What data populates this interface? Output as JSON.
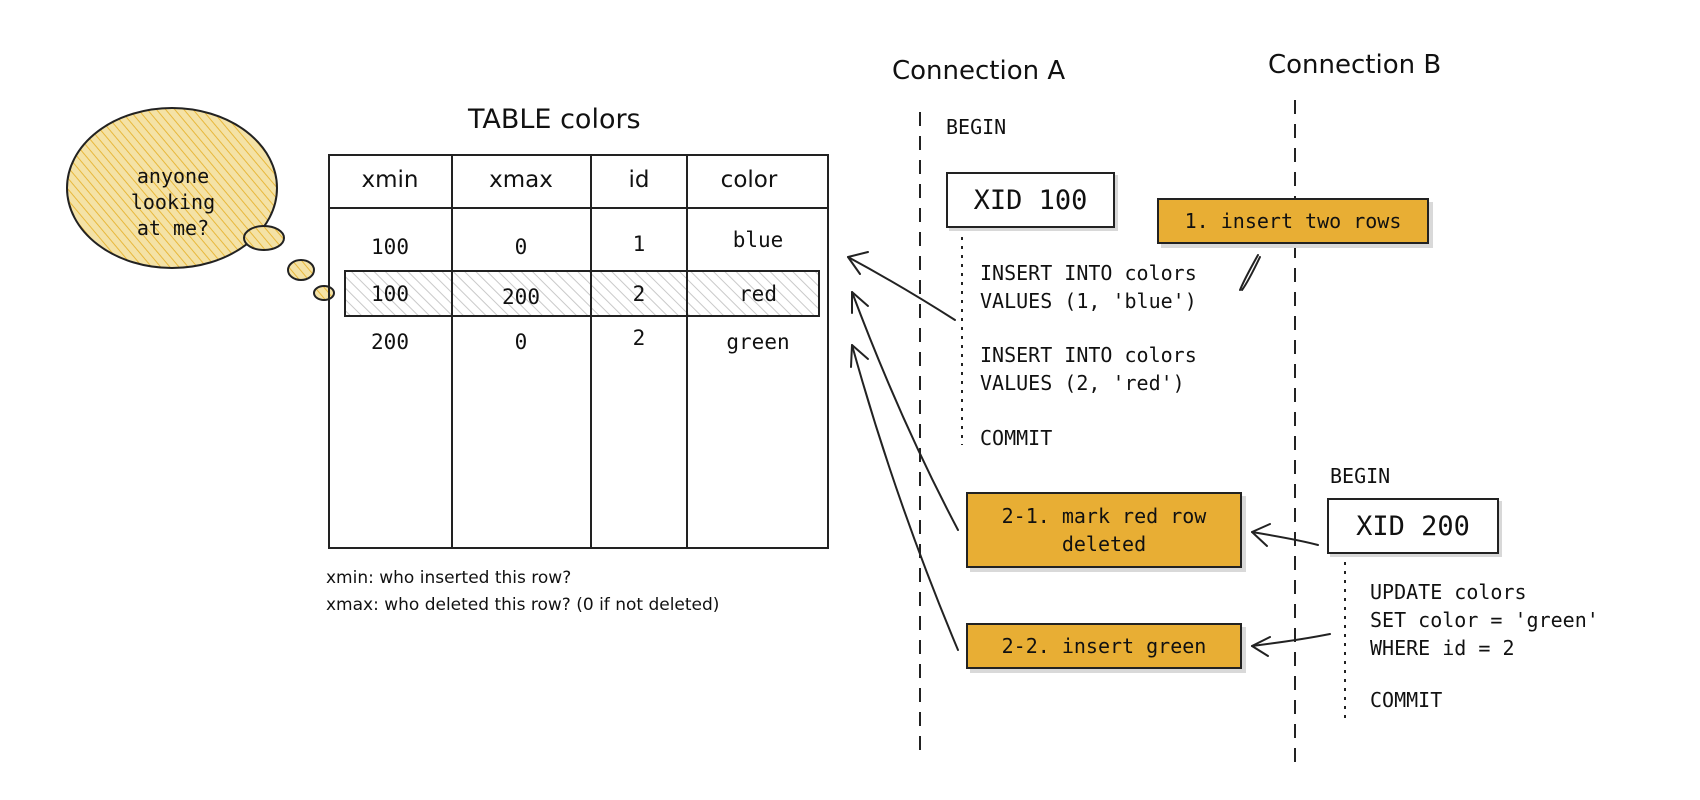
{
  "table": {
    "title": "TABLE colors",
    "columns": [
      "xmin",
      "xmax",
      "id",
      "color"
    ],
    "rows": [
      {
        "xmin": "100",
        "xmax": "0",
        "id": "1",
        "color": "blue",
        "highlighted": false
      },
      {
        "xmin": "100",
        "xmax": "200",
        "id": "2",
        "color": "red",
        "highlighted": true
      },
      {
        "xmin": "200",
        "xmax": "0",
        "id": "2",
        "color": "green",
        "highlighted": false
      }
    ]
  },
  "thought_bubble": {
    "text": "anyone\nlooking\nat me?",
    "color": "#f1d98a"
  },
  "legend": {
    "xmin": "xmin: who inserted this row?",
    "xmax": "xmax: who deleted this row? (0 if not deleted)"
  },
  "connection_a": {
    "title": "Connection A",
    "begin": "BEGIN",
    "xid": "XID 100",
    "insert1": [
      "INSERT INTO colors",
      "VALUES (1, 'blue')"
    ],
    "insert2": [
      "INSERT INTO colors",
      "VALUES (2, 'red')"
    ],
    "commit": "COMMIT"
  },
  "connection_b": {
    "title": "Connection B",
    "begin": "BEGIN",
    "xid": "XID 200",
    "update": [
      "UPDATE colors",
      "SET color = 'green'",
      "WHERE id = 2"
    ],
    "commit": "COMMIT"
  },
  "notes": {
    "insert_two_rows": "1. insert two rows",
    "mark_red_deleted": "2-1. mark red row\ndeleted",
    "insert_green": "2-2. insert green"
  },
  "colors": {
    "accent": "#e8ae34",
    "ink": "#222222"
  }
}
